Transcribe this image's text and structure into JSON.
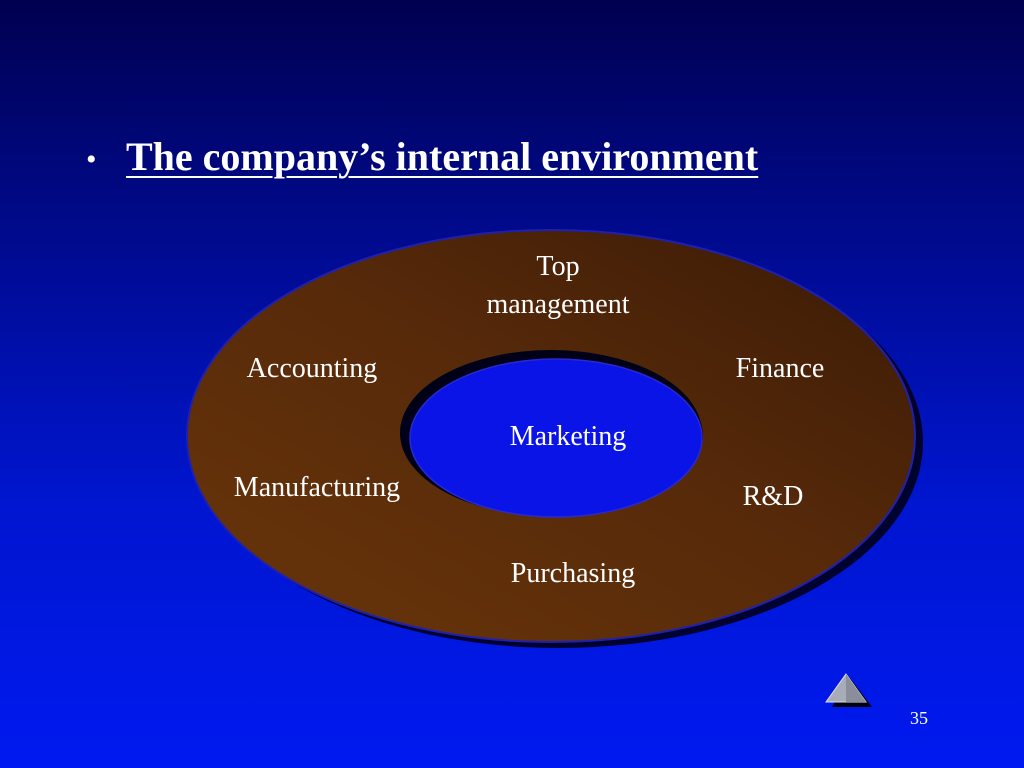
{
  "slide": {
    "bullet_char": "•",
    "title": "The company’s internal environment",
    "page_number": "35"
  },
  "diagram": {
    "outer_ring_label": "Top management",
    "outer_ring_label_lines": [
      "Top",
      "management"
    ],
    "departments": {
      "accounting": "Accounting",
      "finance": "Finance",
      "manufacturing": "Manufacturing",
      "rd": "R&D",
      "purchasing": "Purchasing"
    },
    "center": "Marketing"
  },
  "colors": {
    "background_top": "#000050",
    "background_bottom": "#0019f0",
    "ring_fill": "#5c2f08",
    "ring_fill_dark": "#3e1d05",
    "ring_edge": "#1a1aa8",
    "text": "#ffffff"
  },
  "icons": {
    "nav": "triangle-up-icon"
  }
}
